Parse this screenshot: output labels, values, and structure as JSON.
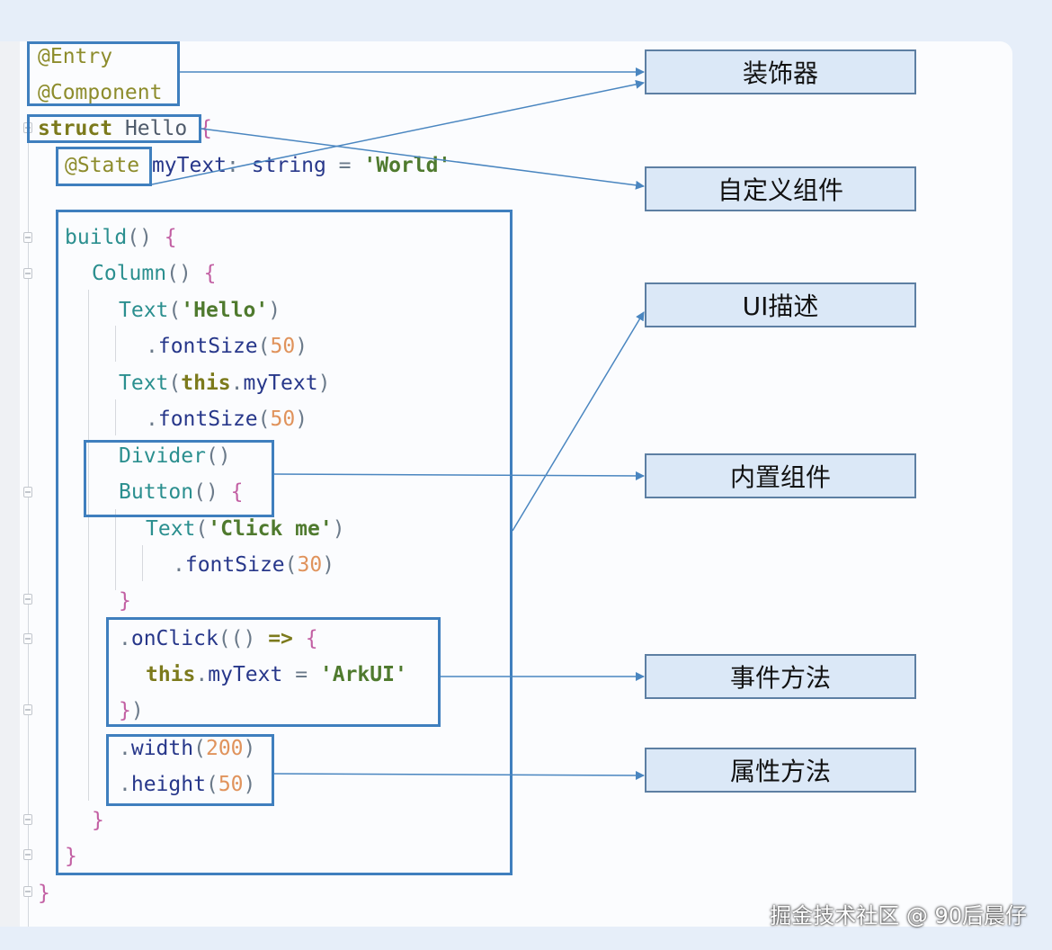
{
  "code": {
    "l1": "@Entry",
    "l2": "@Component",
    "l3_kw": "struct",
    "l3_name": " Hello",
    "l3_brace": " {",
    "l4_ann": "@State",
    "l4_var": " myText",
    "l4_colon": ": ",
    "l4_type": "string",
    "l4_eq": " = ",
    "l4_val": "'World'",
    "l5_fn": "build",
    "l5_paren": "()",
    "l5_brace": " {",
    "l6_fn": "Column",
    "l6_paren": "()",
    "l6_brace": " {",
    "l7_fn": "Text",
    "l7_open": "(",
    "l7_str": "'Hello'",
    "l7_close": ")",
    "l8_dot": ".",
    "l8_fn": "fontSize",
    "l8_open": "(",
    "l8_num": "50",
    "l8_close": ")",
    "l9_fn": "Text",
    "l9_open": "(",
    "l9_this": "this",
    "l9_dot": ".",
    "l9_prop": "myText",
    "l9_close": ")",
    "l10_dot": ".",
    "l10_fn": "fontSize",
    "l10_open": "(",
    "l10_num": "50",
    "l10_close": ")",
    "l11_fn": "Divider",
    "l11_paren": "()",
    "l12_fn": "Button",
    "l12_paren": "()",
    "l12_brace": " {",
    "l13_fn": "Text",
    "l13_open": "(",
    "l13_str": "'Click me'",
    "l13_close": ")",
    "l14_dot": ".",
    "l14_fn": "fontSize",
    "l14_open": "(",
    "l14_num": "30",
    "l14_close": ")",
    "l15": "}",
    "l16_dot": ".",
    "l16_fn": "onClick",
    "l16_paren": "(()",
    "l16_arrow": " => ",
    "l16_brace": "{",
    "l17_this": "this",
    "l17_dot": ".",
    "l17_prop": "myText",
    "l17_eq": " = ",
    "l17_str": "'ArkUI'",
    "l18_brace": "}",
    "l18_paren": ")",
    "l19_dot": ".",
    "l19_fn": "width",
    "l19_open": "(",
    "l19_num": "200",
    "l19_close": ")",
    "l20_dot": ".",
    "l20_fn": "height",
    "l20_open": "(",
    "l20_num": "50",
    "l20_close": ")",
    "l21": "}",
    "l22": "}",
    "l23": "}"
  },
  "labels": {
    "decorator": "装饰器",
    "custom_component": "自定义组件",
    "ui_description": "UI描述",
    "builtin_component": "内置组件",
    "event_method": "事件方法",
    "attribute_method": "属性方法"
  },
  "watermark": "掘金技术社区 @ 90后晨仔",
  "colors": {
    "highlight_border": "#3f7fbe",
    "label_fill": "#dbe8f7",
    "arrow": "#4a86c0"
  }
}
